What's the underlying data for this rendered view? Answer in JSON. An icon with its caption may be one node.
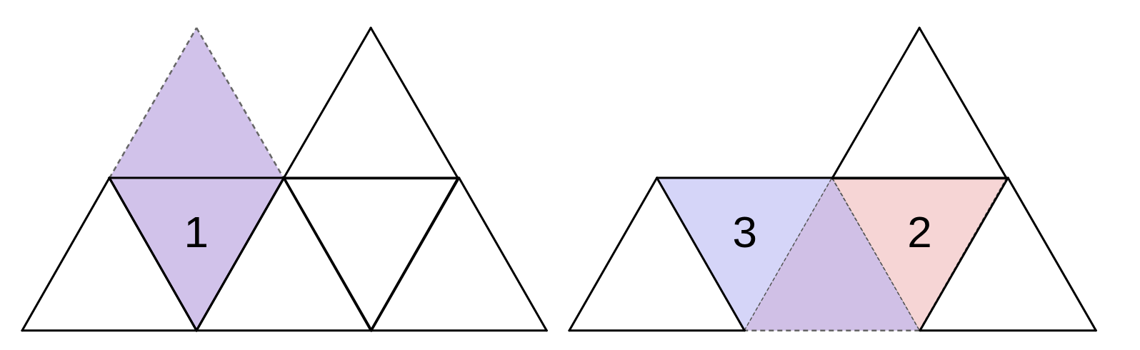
{
  "diagram": {
    "nodes": [
      {
        "text": [],
        "shape": "triangle"
      },
      {
        "text": [],
        "shape": "triangle"
      },
      {
        "text": [],
        "shape": "triangle"
      },
      {
        "text": [
          "1"
        ]
      },
      {
        "text": [],
        "shape": "triangle"
      },
      {
        "text": [],
        "shape": "triangle"
      },
      {
        "text": [],
        "shape": "triangle"
      },
      {
        "text": [],
        "shape": "triangle"
      },
      {
        "text": [],
        "shape": "triangle"
      },
      {
        "text": [
          "3"
        ]
      },
      {
        "text": [],
        "shape": "triangle"
      },
      {
        "text": [
          "2"
        ]
      },
      {
        "text": [],
        "shape": "triangle"
      }
    ]
  }
}
